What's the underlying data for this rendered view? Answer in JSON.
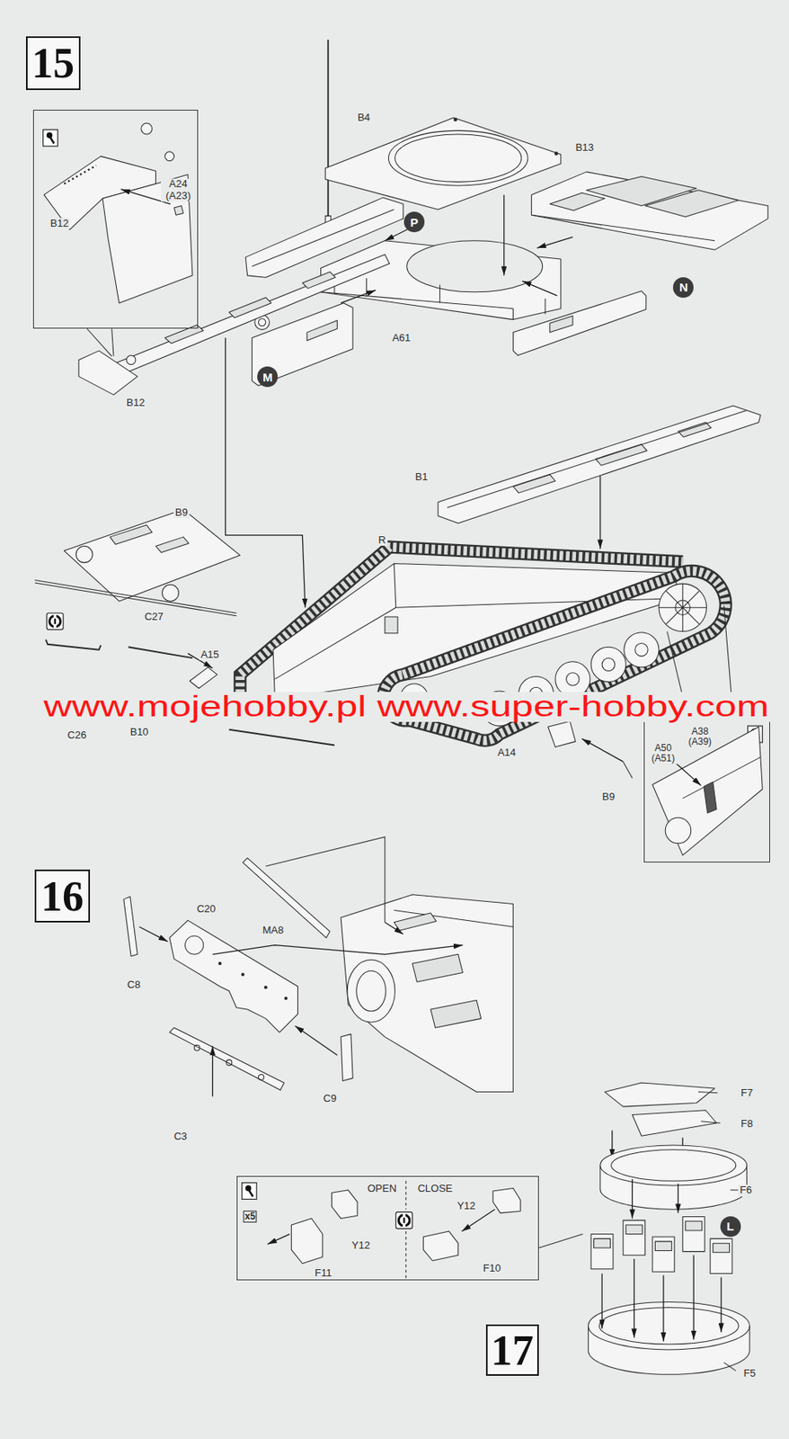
{
  "diagram": {
    "nodes": [
      {
        "text": [
          "15"
        ]
      },
      {
        "text": [
          "A24 (A23)",
          "B12"
        ]
      },
      {
        "text": [
          "P"
        ]
      },
      {
        "text": [
          "N"
        ]
      },
      {
        "text": [
          "M"
        ]
      },
      {
        "text": [
          "A38 (A39)",
          "A50 (A51)"
        ]
      },
      {
        "text": [
          "16"
        ]
      },
      {
        "text": [
          "OPEN",
          "CLOSE",
          "Y12",
          "x5",
          "Y12",
          "F10",
          "F11"
        ]
      },
      {
        "text": [
          "L"
        ]
      },
      {
        "text": [
          "17"
        ]
      }
    ],
    "labels": [
      "B4",
      "B13",
      "A61",
      "B12",
      "B1",
      "B9",
      "R",
      "C27",
      "A15",
      "www.mojehobby.pl www.super-hobby.com",
      "B10",
      "C26",
      "A14",
      "B9",
      "C8",
      "C20",
      "MA8",
      "C3",
      "C9",
      "F7",
      "F8",
      "F6",
      "F5"
    ]
  }
}
